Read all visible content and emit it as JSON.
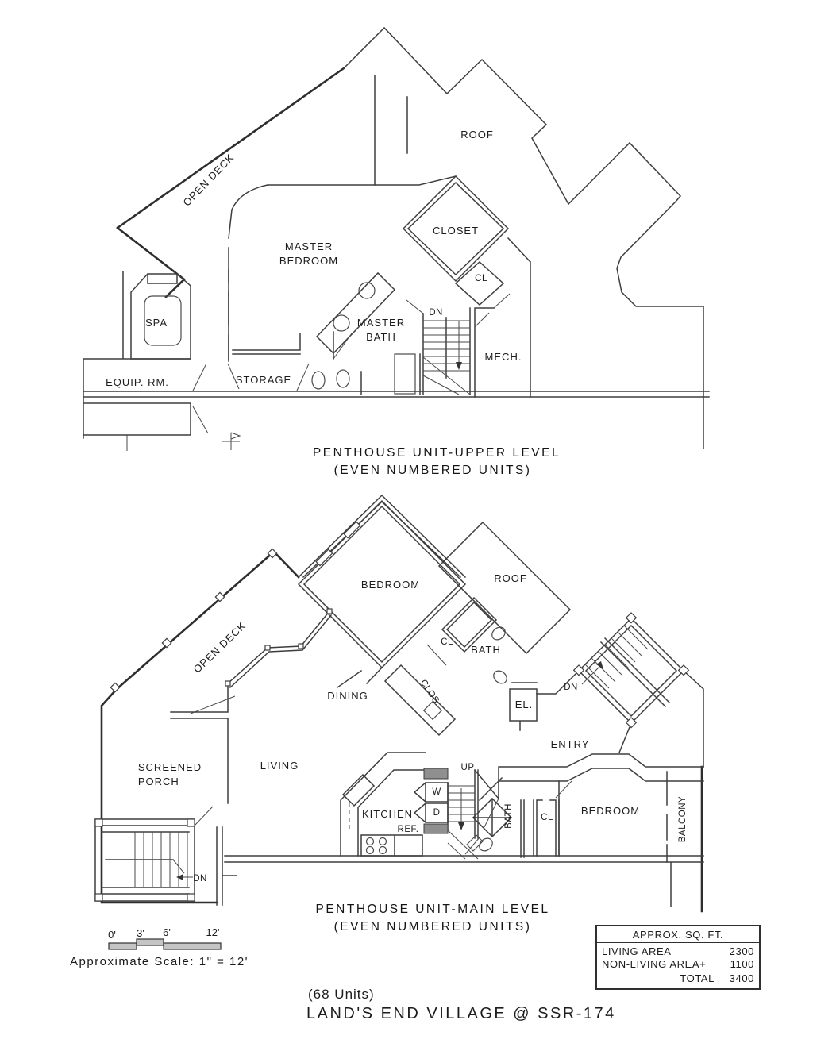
{
  "page": {
    "background": "#ffffff",
    "line_color": "#3c3c3c",
    "text_color": "#1c1c1c"
  },
  "rooms": {
    "open_deck_upper": "OPEN DECK",
    "roof_upper": "ROOF",
    "closet": "CLOSET",
    "cl_upper": "CL",
    "master_bedroom": "MASTER\nBEDROOM",
    "master_bath": "MASTER\nBATH",
    "spa": "SPA",
    "equip_rm": "EQUIP.  RM.",
    "storage": "STORAGE",
    "dn_upper": "DN",
    "mech": "MECH.",
    "bedroom_north": "BEDROOM",
    "roof_lower": "ROOF",
    "cl_north": "CL",
    "bath_north": "BATH",
    "clos": "CLOS.",
    "open_deck_lower": "OPEN DECK",
    "dining": "DINING",
    "el": "EL.",
    "dn_ne": "DN",
    "entry": "ENTRY",
    "screened_porch": "SCREENED\nPORCH",
    "living": "LIVING",
    "up": "UP",
    "washer": "W",
    "dryer": "D",
    "kitchen": "KITCHEN",
    "ref": "REF.",
    "bath_main": "BATH",
    "cl_main": "CL",
    "bedroom_main": "BEDROOM",
    "balcony": "BALCONY",
    "dn_sw": "DN"
  },
  "captions": {
    "upper1": "PENTHOUSE UNIT-UPPER LEVEL",
    "upper2": "(EVEN NUMBERED UNITS)",
    "lower1": "PENTHOUSE UNIT-MAIN LEVEL",
    "lower2": "(EVEN NUMBERED UNITS)"
  },
  "scale_bar": {
    "tick0": "0'",
    "tick1": "3'",
    "tick2": "6'",
    "tick3": "12'",
    "note": "Approximate Scale: 1\" = 12'"
  },
  "area_table": {
    "header": "APPROX. SQ. FT.",
    "row1_label": "LIVING AREA",
    "row1_value": "2300",
    "row2_label": "NON-LIVING AREA+",
    "row2_value": "1100",
    "row3_label": "TOTAL",
    "row3_value": "3400"
  },
  "footer": {
    "units": "(68 Units)",
    "title": "LAND'S END VILLAGE @ SSR-174"
  }
}
